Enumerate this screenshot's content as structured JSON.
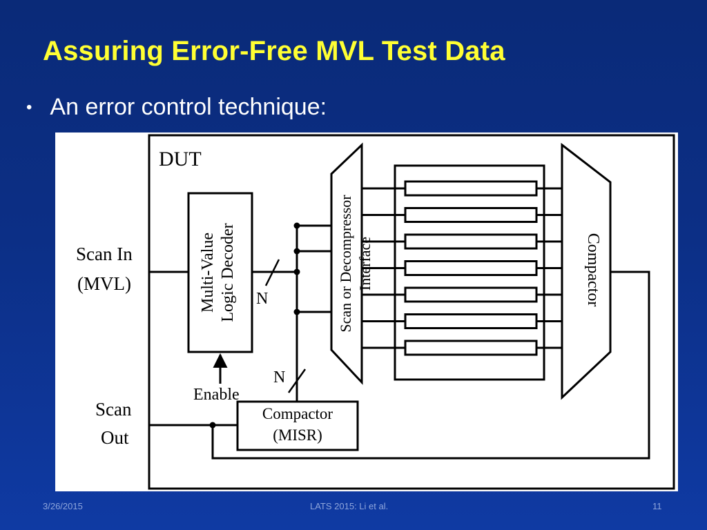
{
  "slide": {
    "title": "Assuring Error-Free MVL Test Data",
    "bullet": "An error control technique:"
  },
  "diagram": {
    "dut_label": "DUT",
    "scan_in_line1": "Scan In",
    "scan_in_line2": "(MVL)",
    "decoder_line1": "Multi-Value",
    "decoder_line2": "Logic Decoder",
    "bus_width_label_1": "N",
    "bus_width_label_2": "N",
    "interface_line1": "Scan or Decompressor",
    "interface_line2": "Interface",
    "compactor_label": "Compactor",
    "enable_label": "Enable",
    "scan_out_line1": "Scan",
    "scan_out_line2": "Out",
    "misr_line1": "Compactor",
    "misr_line2": "(MISR)",
    "scan_chain_count": 7
  },
  "footer": {
    "date": "3/26/2015",
    "center": "LATS 2015: Li et al.",
    "page": "11"
  }
}
